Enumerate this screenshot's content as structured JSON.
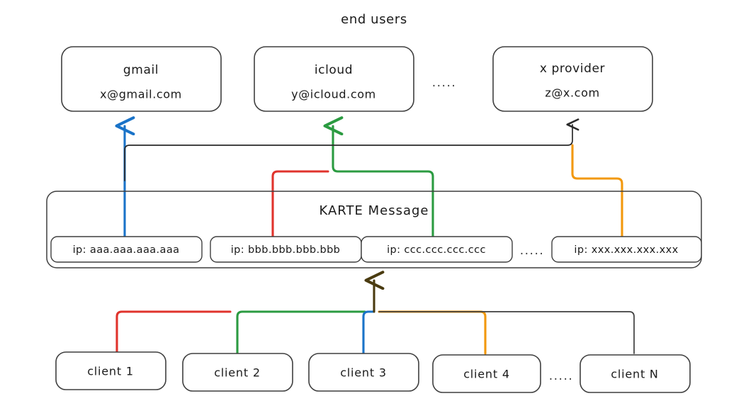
{
  "diagram": {
    "title": "end users",
    "ellipsis": ".....",
    "colors": {
      "red": "#e0332c",
      "green": "#2b9b41",
      "blue": "#1a73c8",
      "orange": "#f2980c",
      "dark": "#4a3b10",
      "black": "#3f3f3f",
      "text": "#1a1a1a"
    },
    "end_users": [
      {
        "name": "gmail",
        "address": "x@gmail.com",
        "arrow_color": "#1a73c8"
      },
      {
        "name": "icloud",
        "address": "y@icloud.com",
        "arrow_color": "#2b9b41"
      },
      {
        "name": "x provider",
        "address": "z@x.com",
        "arrow_color": "#4a3b10"
      }
    ],
    "service": {
      "label": "KARTE Message",
      "ips": [
        {
          "label": "ip: aaa.aaa.aaa.aaa",
          "line_color": "#1a73c8"
        },
        {
          "label": "ip: bbb.bbb.bbb.bbb",
          "line_color": "#e0332c"
        },
        {
          "label": "ip: ccc.ccc.ccc.ccc",
          "line_color": "#2b9b41"
        },
        {
          "label": "ip: xxx.xxx.xxx.xxx",
          "line_color": "#f2980c"
        }
      ]
    },
    "clients": [
      {
        "label": "client 1",
        "line_color": "#e0332c"
      },
      {
        "label": "client 2",
        "line_color": "#2b9b41"
      },
      {
        "label": "client 3",
        "line_color": "#1a73c8"
      },
      {
        "label": "client 4",
        "line_color": "#f2980c"
      },
      {
        "label": "client N",
        "line_color": "#3f3f3f"
      }
    ]
  }
}
